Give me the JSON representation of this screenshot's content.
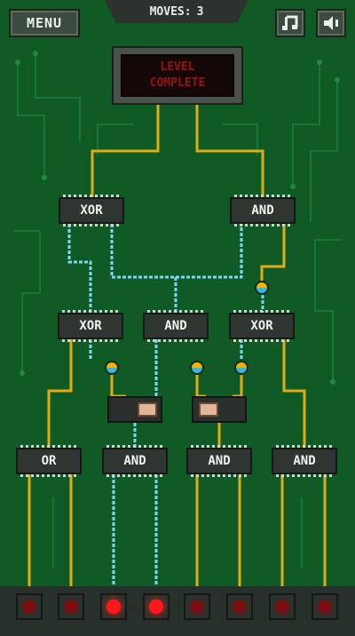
{
  "header": {
    "menu_label": "MENU",
    "moves_label": "MOVES:",
    "moves_value": "3"
  },
  "status": {
    "line1": "LEVEL",
    "line2": "COMPLETE"
  },
  "gates": {
    "row1": [
      "XOR",
      "AND"
    ],
    "row2": [
      "XOR",
      "AND",
      "XOR"
    ],
    "row3": [
      "OR",
      "AND",
      "AND",
      "AND"
    ]
  },
  "switches": [
    {
      "state": "right"
    },
    {
      "state": "left"
    }
  ],
  "outputs": [
    {
      "lit": false
    },
    {
      "lit": false
    },
    {
      "lit": true
    },
    {
      "lit": true
    },
    {
      "lit": false
    },
    {
      "lit": false
    },
    {
      "lit": false
    },
    {
      "lit": false
    }
  ],
  "icons": {
    "menu": "menu-button",
    "music": "music-note-icon",
    "sound": "speaker-icon"
  },
  "colors": {
    "board": "#0f5a25",
    "wire_yellow": "#e0ac18",
    "wire_blue": "#7fd7f5",
    "led_on": "#ff1a1a",
    "led_off": "#7a0f0f"
  }
}
